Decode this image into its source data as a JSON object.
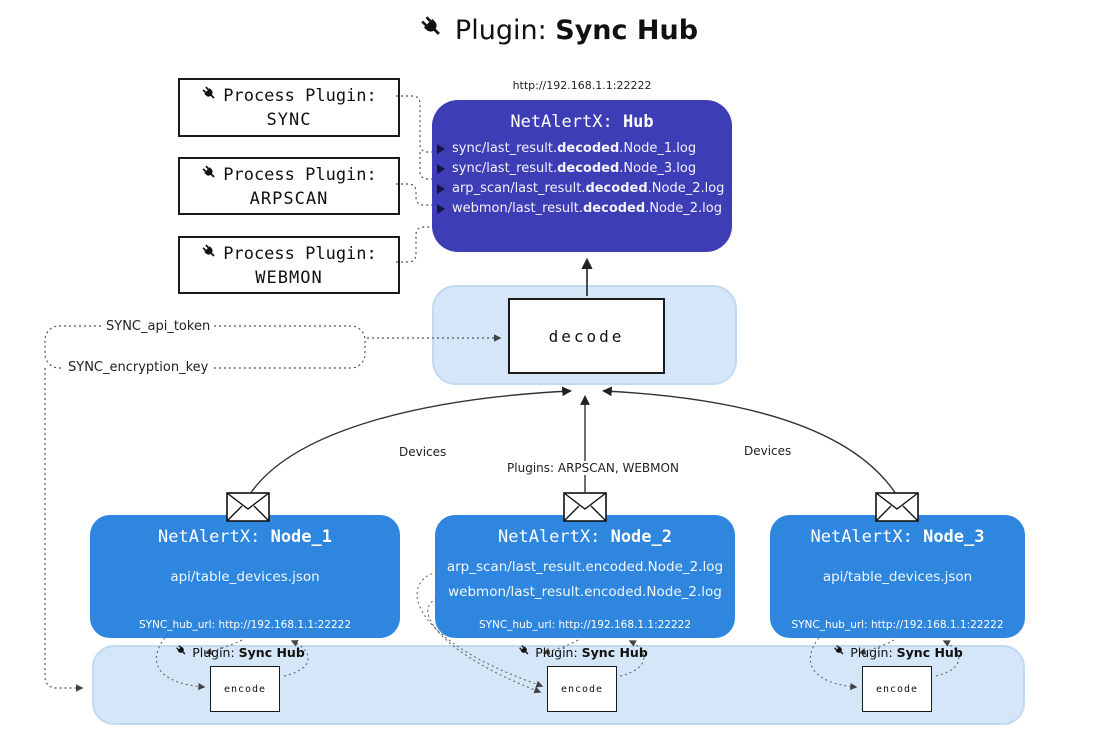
{
  "colors": {
    "hub": "#3d3db5",
    "node": "#2e86de",
    "panel": "#d4e6f8"
  },
  "title": {
    "label": "Plugin: ",
    "bold": "Sync Hub"
  },
  "process_plugins": [
    {
      "label": "Process Plugin:",
      "name": "SYNC"
    },
    {
      "label": "Process Plugin:",
      "name": "ARPSCAN"
    },
    {
      "label": "Process Plugin:",
      "name": "WEBMON"
    }
  ],
  "hub": {
    "url": "http://192.168.1.1:22222",
    "title": "NetAlertX: ",
    "title_bold": "Hub",
    "lines": [
      {
        "pre": "sync/last_result.",
        "bold": "decoded",
        "post": ".Node_1.log"
      },
      {
        "pre": "sync/last_result.",
        "bold": "decoded",
        "post": ".Node_3.log"
      },
      {
        "pre": "arp_scan/last_result.",
        "bold": "decoded",
        "post": ".Node_2.log"
      },
      {
        "pre": "webmon/last_result.",
        "bold": "decoded",
        "post": ".Node_2.log"
      }
    ]
  },
  "decode": {
    "label": "decode"
  },
  "tokens": {
    "api_token": "SYNC_api_token",
    "encryption_key": "SYNC_encryption_key"
  },
  "edges": {
    "devices_left": "Devices",
    "plugins_center": "Plugins: ARPSCAN, WEBMON",
    "devices_right": "Devices"
  },
  "nodes": [
    {
      "title": "NetAlertX: ",
      "title_bold": "Node_1",
      "lines": [
        "api/table_devices.json"
      ],
      "hub_url": "SYNC_hub_url: http://192.168.1.1:22222"
    },
    {
      "title": "NetAlertX: ",
      "title_bold": "Node_2",
      "lines": [
        "arp_scan/last_result.encoded.Node_2.log",
        "webmon/last_result.encoded.Node_2.log"
      ],
      "hub_url": "SYNC_hub_url: http://192.168.1.1:22222"
    },
    {
      "title": "NetAlertX: ",
      "title_bold": "Node_3",
      "lines": [
        "api/table_devices.json"
      ],
      "hub_url": "SYNC_hub_url: http://192.168.1.1:22222"
    }
  ],
  "encoders": [
    {
      "label": "Plugin: ",
      "label_bold": "Sync Hub",
      "box": "encode"
    },
    {
      "label": "Plugin: ",
      "label_bold": "Sync Hub",
      "box": "encode"
    },
    {
      "label": "Plugin: ",
      "label_bold": "Sync Hub",
      "box": "encode"
    }
  ]
}
